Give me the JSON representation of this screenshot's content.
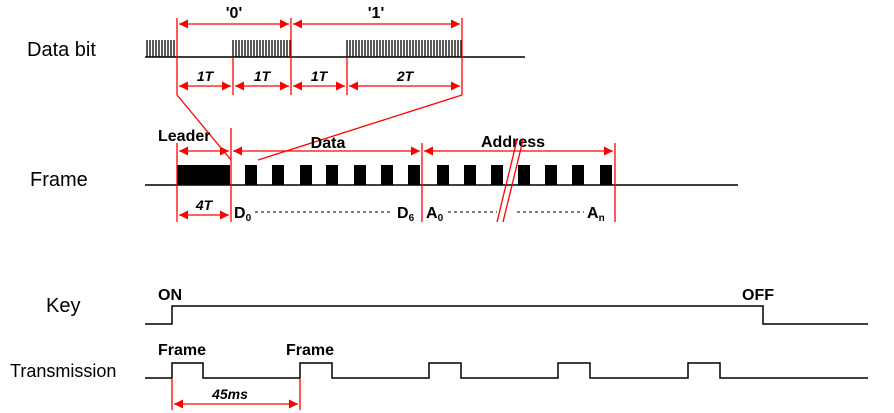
{
  "rows": {
    "data_bit": "Data bit",
    "frame": "Frame",
    "key": "Key",
    "transmission": "Transmission"
  },
  "data_bit": {
    "zero_label": "'0'",
    "one_label": "'1'",
    "periods": [
      "1T",
      "1T",
      "1T",
      "2T"
    ]
  },
  "frame": {
    "leader": "Leader",
    "data": "Data",
    "address": "Address",
    "leader_period": "4T",
    "d0": {
      "base": "D",
      "sub": "0"
    },
    "d6": {
      "base": "D",
      "sub": "6"
    },
    "a0": {
      "base": "A",
      "sub": "0"
    },
    "an": {
      "base": "A",
      "sub": "n"
    }
  },
  "key": {
    "on": "ON",
    "off": "OFF"
  },
  "transmission": {
    "frame_label_1": "Frame",
    "frame_label_2": "Frame",
    "interval": "45ms"
  },
  "colors": {
    "annotation": "#ff0000",
    "signal": "#000000"
  }
}
